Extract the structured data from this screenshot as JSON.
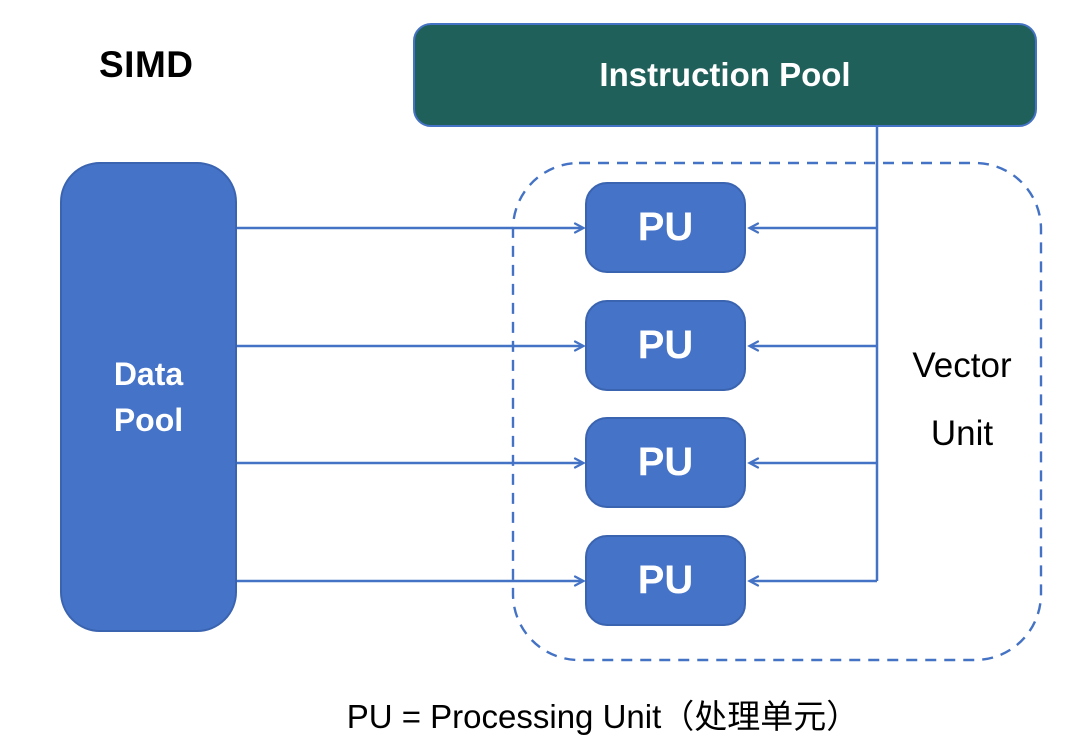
{
  "colors": {
    "teal": "#20605A",
    "box-blue": "#4573C8",
    "box-border": "#3A63B0",
    "line-blue": "#4472C4",
    "text-white": "#FFFFFF",
    "text-black": "#000000",
    "bg": "#FFFFFF"
  },
  "diagram": {
    "title": "SIMD",
    "instruction_pool": {
      "label": "Instruction Pool"
    },
    "data_pool": {
      "label": "Data Pool",
      "line1": "Data",
      "line2": "Pool"
    },
    "vector_unit": {
      "label": "Vector Unit",
      "line1": "Vector",
      "line2": "Unit"
    },
    "pus": [
      {
        "label": "PU"
      },
      {
        "label": "PU"
      },
      {
        "label": "PU"
      },
      {
        "label": "PU"
      }
    ],
    "caption": "PU = Processing Unit（处理单元）"
  }
}
